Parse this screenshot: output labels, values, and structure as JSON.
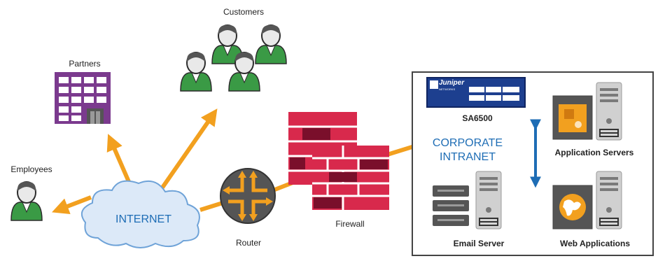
{
  "labels": {
    "customers": "Customers",
    "partners": "Partners",
    "employees": "Employees",
    "internet": "INTERNET",
    "router": "Router",
    "firewall": "Firewall",
    "sa6500": "SA6500",
    "corporate_line1": "CORPORATE",
    "corporate_line2": "INTRANET",
    "application_servers": "Application Servers",
    "email_server": "Email Server",
    "web_applications": "Web Applications",
    "juniper_brand": "Juniper",
    "juniper_sub": "NETWORKS"
  },
  "colors": {
    "arrow_orange": "#f2a01f",
    "arrow_blue": "#1e6db5",
    "person_green": "#3a9a45",
    "person_skin": "#e9e9e9",
    "partner_purple": "#7b3a8e",
    "brick_red": "#d8294c",
    "brick_dark": "#7a0f2b",
    "router_gray": "#555555",
    "server_gray": "#d0d0d0",
    "device_navy": "#1d3f8f",
    "cloud_fill": "#dce9f8",
    "cloud_stroke": "#6fa3d8"
  },
  "icons": [
    "person-icon",
    "building-icon",
    "cloud-icon",
    "router-icon",
    "firewall-icon",
    "server-icon",
    "appliance-icon",
    "globe-icon",
    "app-icon"
  ]
}
